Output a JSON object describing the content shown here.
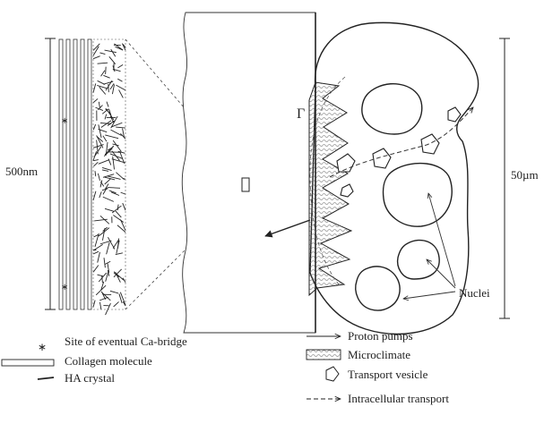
{
  "figure": {
    "scale_bar_left": "500nm",
    "scale_bar_right": "50µm",
    "gamma_label": "Γ",
    "nuclei_label": "Nuclei"
  },
  "legend": {
    "ca_bridge": {
      "symbol": "∗",
      "label": "Site of eventual Ca-bridge"
    },
    "collagen": {
      "label": "Collagen molecule"
    },
    "ha_crystal": {
      "label": "HA crystal"
    },
    "proton_pumps": {
      "label": "Proton pumps"
    },
    "microclimate": {
      "label": "Microclimate"
    },
    "transport_vesicle": {
      "label": "Transport vesicle"
    },
    "intracellular_transport": {
      "label": "Intracellular transport"
    }
  },
  "colors": {
    "ink": "#222222",
    "background": "#ffffff"
  }
}
